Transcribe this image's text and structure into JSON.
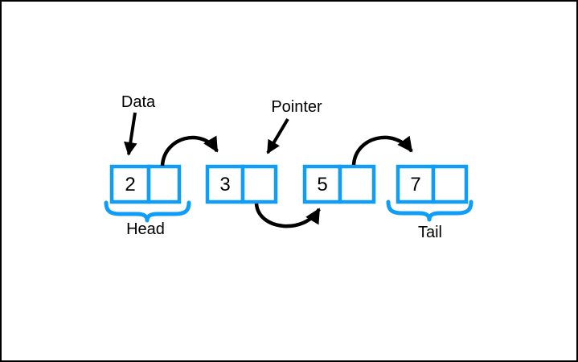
{
  "diagram": {
    "type": "singly-linked-list",
    "annotations": {
      "data_label": "Data",
      "pointer_label": "Pointer",
      "head_label": "Head",
      "tail_label": "Tail"
    },
    "nodes": [
      {
        "value": "2",
        "pointer": ""
      },
      {
        "value": "3",
        "pointer": ""
      },
      {
        "value": "5",
        "pointer": ""
      },
      {
        "value": "7",
        "pointer": ""
      }
    ],
    "colors": {
      "node_border": "#0f9df8",
      "brace": "#0f9df8",
      "arrow": "#000000",
      "text": "#000000",
      "background": "#ffffff",
      "frame": "#000000"
    }
  }
}
